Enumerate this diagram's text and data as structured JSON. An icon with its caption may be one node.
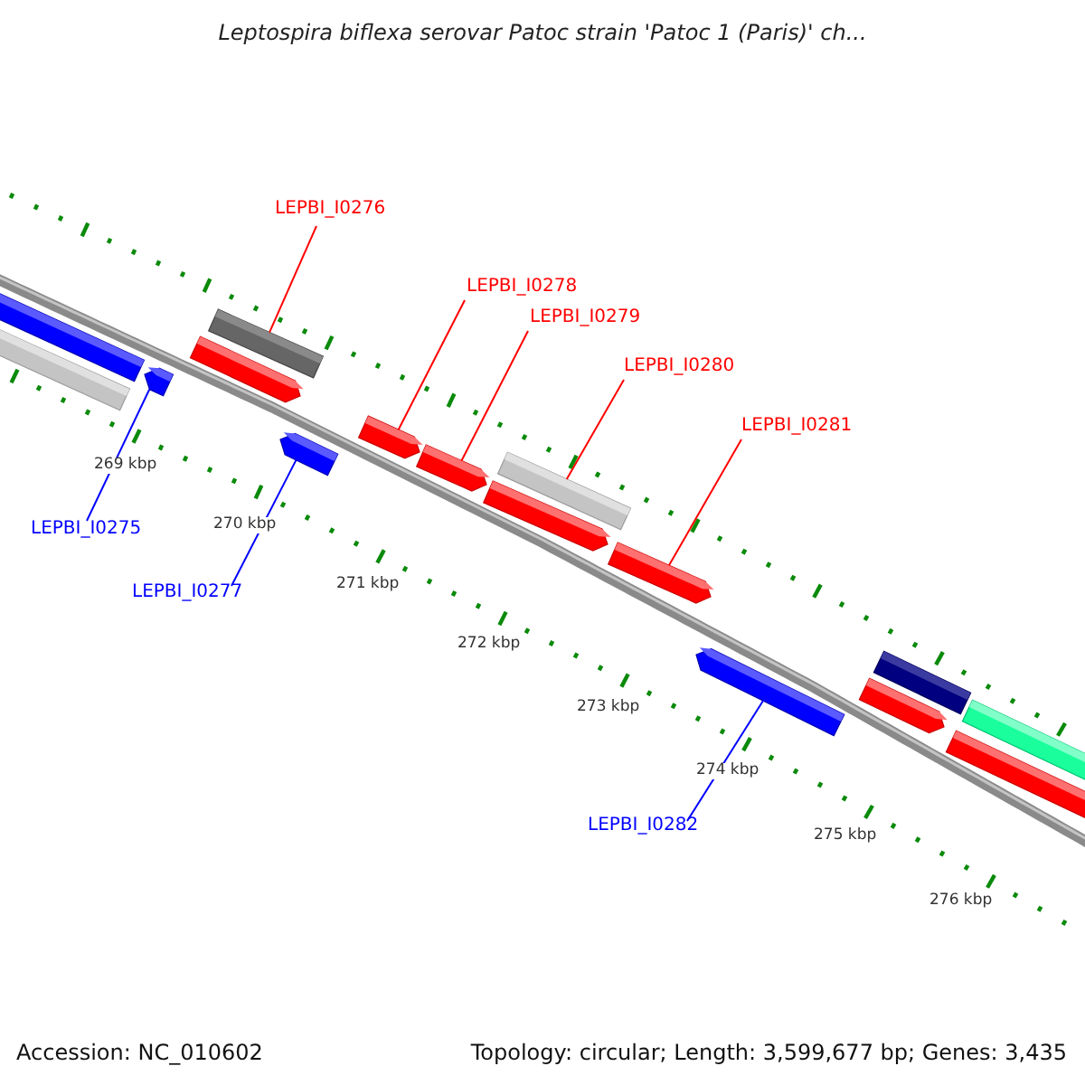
{
  "diagram": {
    "title": "Leptospira biflexa serovar Patoc strain 'Patoc 1 (Paris)' ch...",
    "nodes": [
      {
        "text": [
          "LEPBI_I0276"
        ]
      },
      {
        "text": [
          "LEPBI_I0278"
        ]
      },
      {
        "text": [
          "LEPBI_I0279"
        ]
      },
      {
        "text": [
          "LEPBI_I0280"
        ]
      },
      {
        "text": [
          "LEPBI_I0281"
        ]
      },
      {
        "text": [
          "LEPBI_I0275"
        ]
      },
      {
        "text": [
          "LEPBI_I0277"
        ]
      },
      {
        "text": [
          "LEPBI_I0282"
        ]
      },
      {
        "text": [],
        "shape": "bar"
      },
      {
        "text": [],
        "shape": "bar"
      },
      {
        "text": [],
        "shape": "arrow"
      },
      {
        "text": [],
        "shape": "arrow"
      },
      {
        "text": [],
        "shape": "bar"
      },
      {
        "text": [],
        "shape": "arrow"
      },
      {
        "text": [],
        "shape": "arrow"
      },
      {
        "text": [],
        "shape": "arrow"
      },
      {
        "text": [],
        "shape": "arrow"
      },
      {
        "text": [],
        "shape": "bar"
      },
      {
        "text": [],
        "shape": "arrow"
      },
      {
        "text": [],
        "shape": "arrow"
      },
      {
        "text": [],
        "shape": "arrow"
      },
      {
        "text": [],
        "shape": "bar"
      },
      {
        "text": [],
        "shape": "bar"
      },
      {
        "text": [],
        "shape": "bar"
      }
    ],
    "edges": [
      {
        "from": 0,
        "to": 12,
        "arrow": "none"
      },
      {
        "from": 1,
        "to": 14,
        "arrow": "none"
      },
      {
        "from": 2,
        "to": 15,
        "arrow": "none"
      },
      {
        "from": 3,
        "to": 17,
        "arrow": "none"
      },
      {
        "from": 4,
        "to": 18,
        "arrow": "none"
      },
      {
        "from": 5,
        "to": 10,
        "arrow": "none",
        "color": "#0000ff"
      },
      {
        "from": 6,
        "to": 13,
        "arrow": "none",
        "color": "#0000ff"
      },
      {
        "from": 7,
        "to": 19,
        "arrow": "none",
        "color": "#0000ff"
      }
    ],
    "labels": [
      "269 kbp",
      "270 kbp",
      "271 kbp",
      "272 kbp",
      "273 kbp",
      "274 kbp",
      "275 kbp",
      "276 kbp",
      "Accession: NC_010602",
      "Topology: circular; Length: 3,599,677 bp; Genes: 3,435"
    ]
  }
}
